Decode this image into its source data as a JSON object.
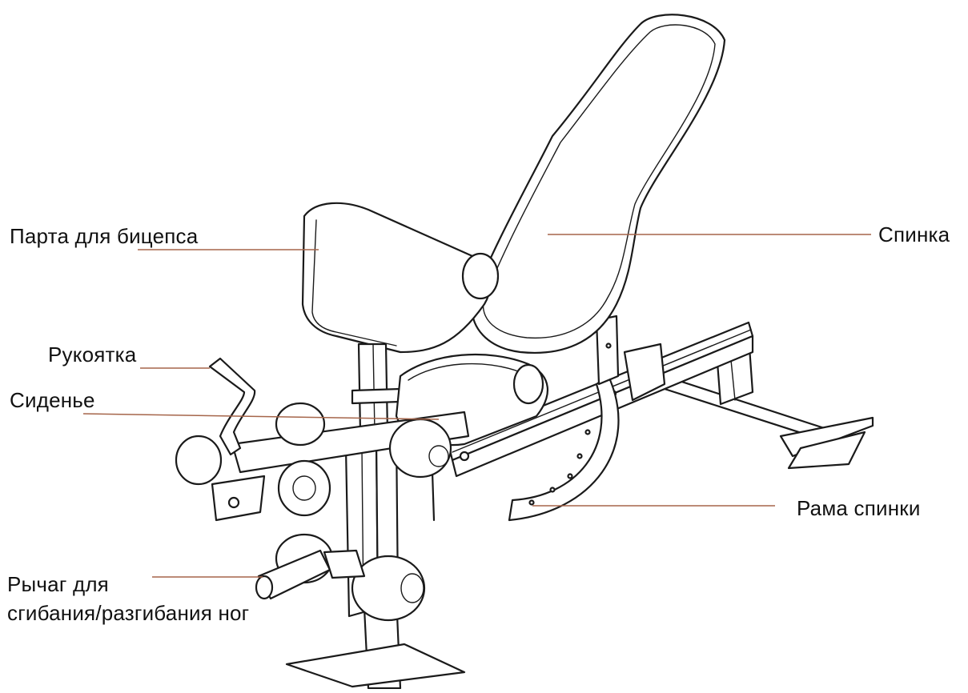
{
  "labels": {
    "biceps_pad": "Парта для бицепса",
    "backrest": "Спинка",
    "handle": "Рукоятка",
    "seat": "Сиденье",
    "backrest_frame": "Рама спинки",
    "leg_lever_line1": "Рычаг для",
    "leg_lever_line2": "сгибания/разгибания ног"
  },
  "colors": {
    "leader_line": "#a5654a",
    "drawing_line": "#1a1a1a",
    "background": "#ffffff"
  }
}
